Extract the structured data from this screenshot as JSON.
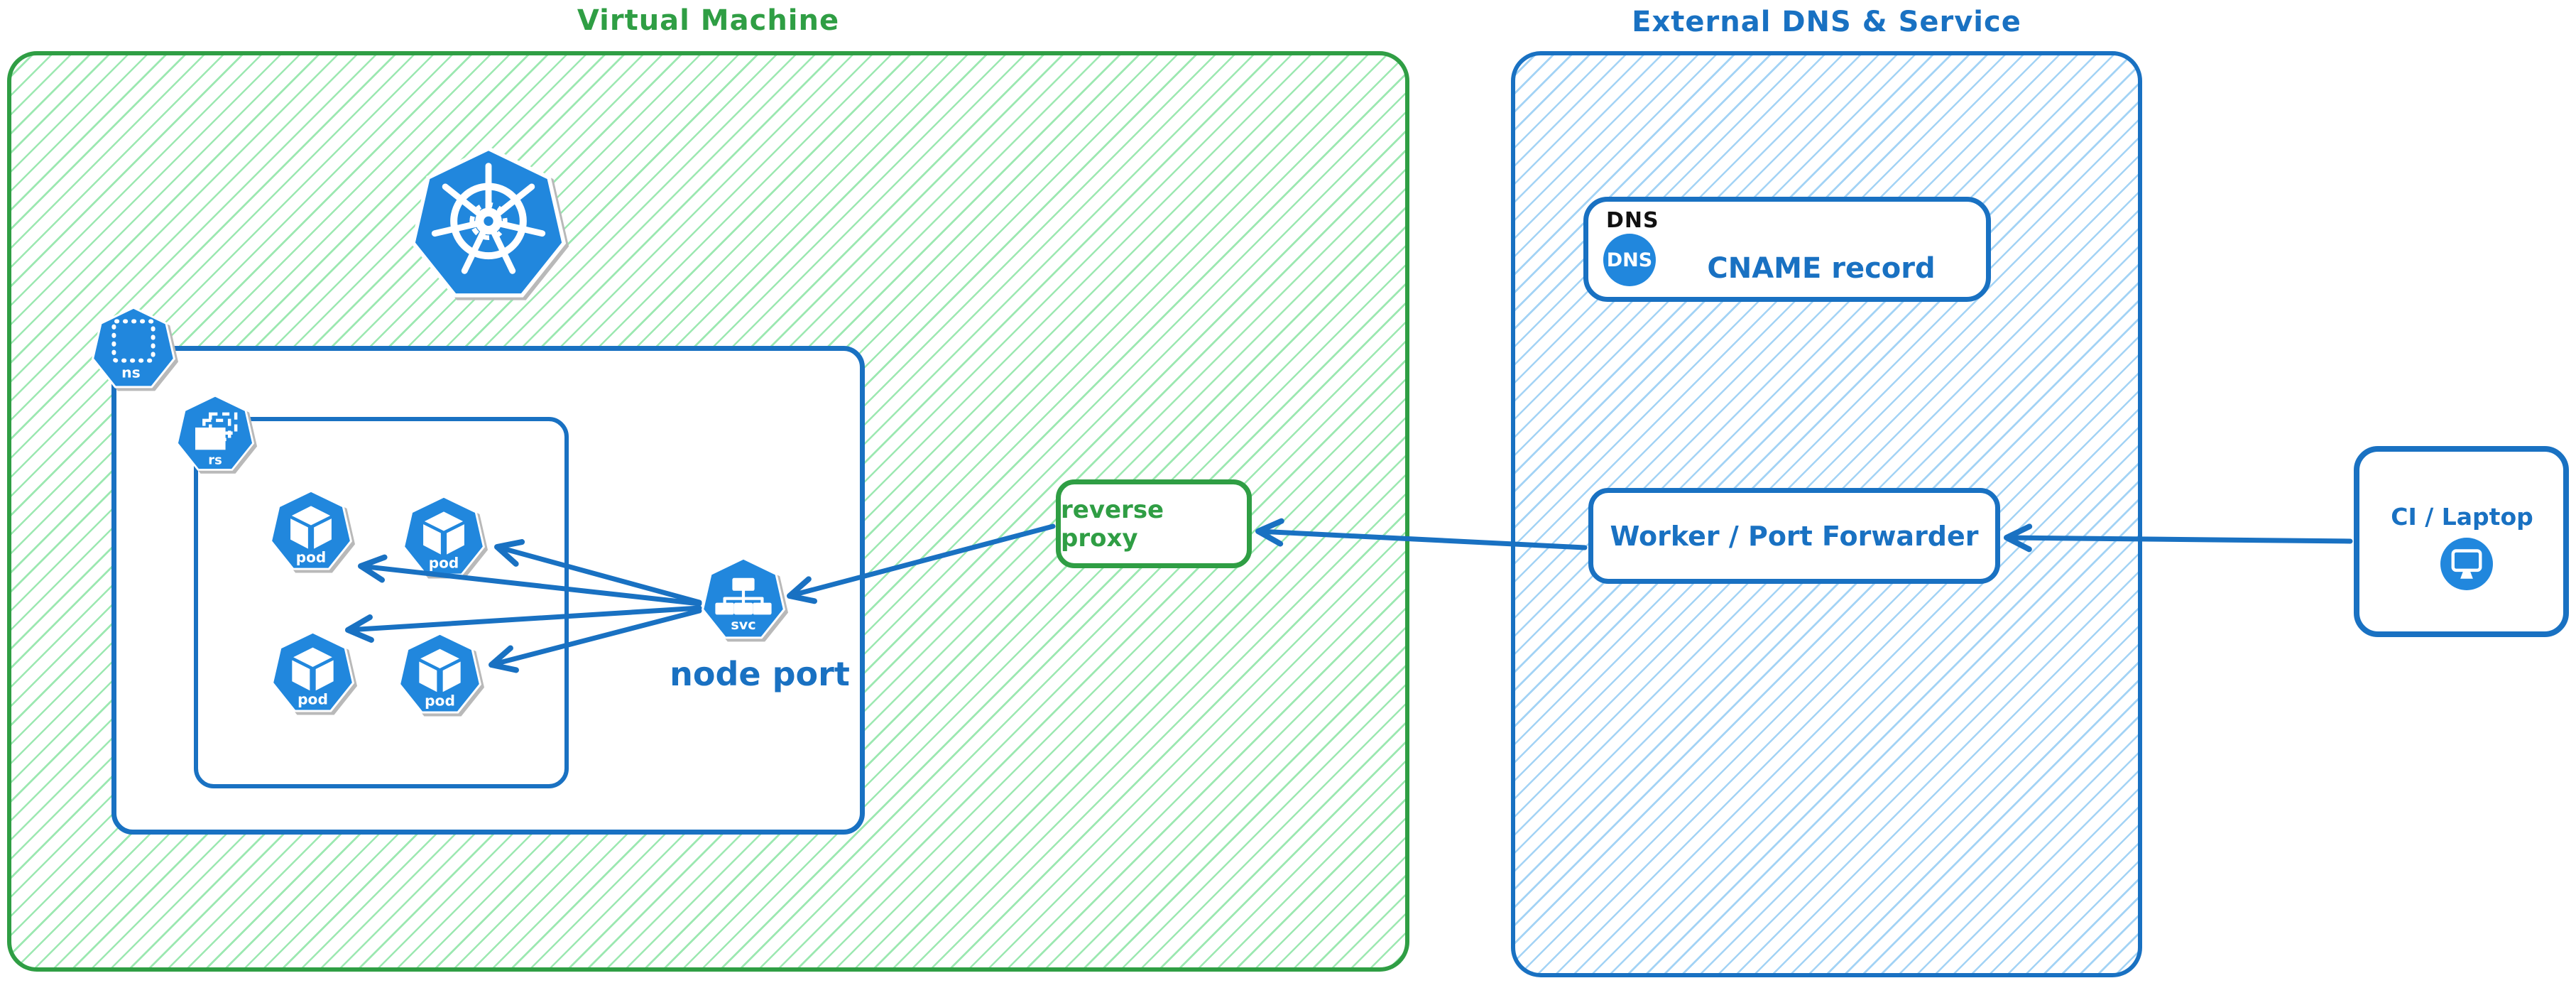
{
  "colors": {
    "green": "#2f9e44",
    "green_hatch": "#9ce8b1",
    "blue": "#1971c2",
    "blue_hatch": "#a3d3f5",
    "icon_blue": "#2187dd"
  },
  "vm": {
    "title": "Virtual Machine",
    "namespace_badge": "ns",
    "replicaset_badge": "rs",
    "pods": [
      "pod",
      "pod",
      "pod",
      "pod"
    ],
    "service_badge": "svc",
    "service_caption": "node port",
    "reverse_proxy": "reverse proxy"
  },
  "external": {
    "title": "External DNS & Service",
    "dns_header": "DNS",
    "dns_badge": "DNS",
    "cname": "CNAME record",
    "worker": "Worker / Port Forwarder"
  },
  "client": {
    "label": "CI / Laptop"
  },
  "icons": [
    "kubernetes-logo-icon",
    "namespace-icon",
    "replicaset-icon",
    "pod-icon",
    "service-icon",
    "dns-badge-icon",
    "monitor-icon"
  ]
}
